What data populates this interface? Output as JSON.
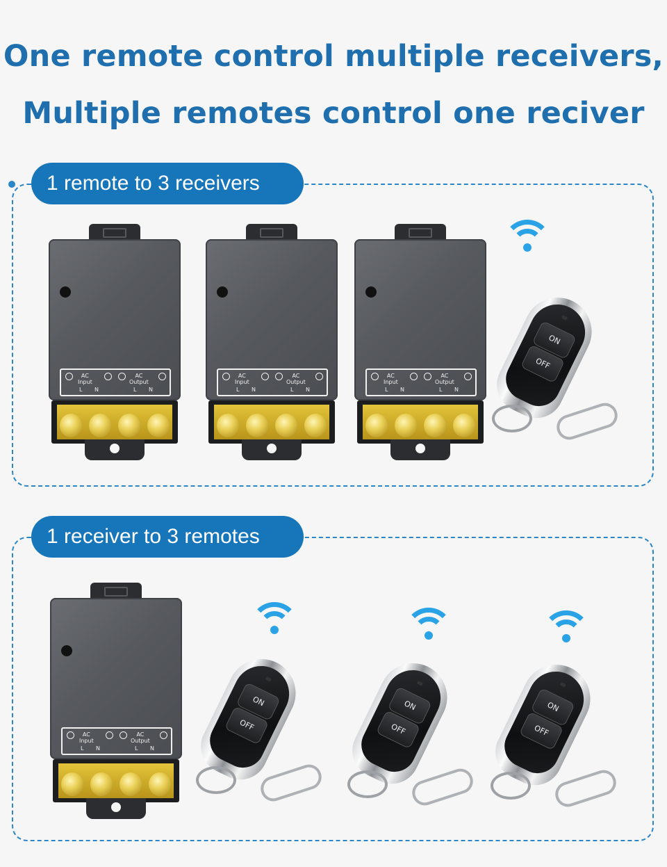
{
  "header": {
    "line1": "One remote control multiple receivers,",
    "line2": "Multiple remotes control one reciver"
  },
  "sections": [
    {
      "label": "1 remote to 3 receivers",
      "receivers": 3,
      "remotes": 1
    },
    {
      "label": "1 receiver to 3 remotes",
      "receivers": 1,
      "remotes": 3
    }
  ],
  "receiver": {
    "input_label_top": "AC",
    "input_label": "Input",
    "output_label_top": "AC",
    "output_label": "Output",
    "l": "L",
    "n": "N"
  },
  "remote": {
    "on_label": "ON",
    "off_label": "OFF"
  },
  "colors": {
    "accent": "#1775b9",
    "headline": "#1f6fae",
    "wifi": "#2aa3e6"
  },
  "icons": {
    "signal": "wifi-signal-icon"
  }
}
